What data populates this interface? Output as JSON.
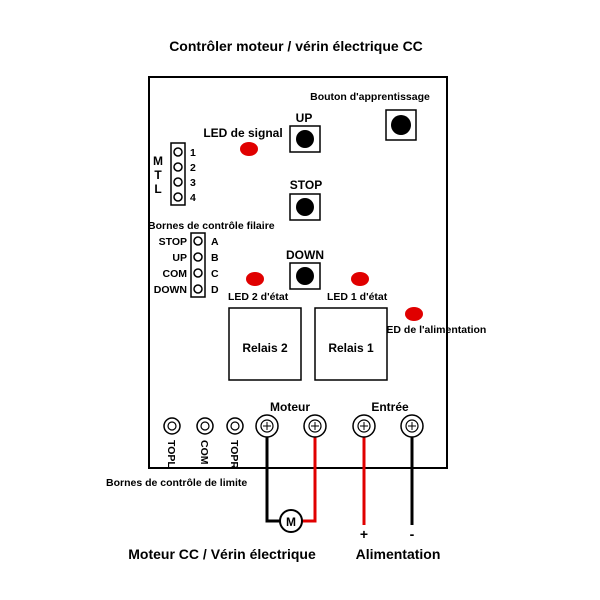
{
  "title": "Contrôler moteur / vérin électrique CC",
  "labels": {
    "learn_button": "Bouton d'apprentissage",
    "signal_led": "LED de signal",
    "up": "UP",
    "stop": "STOP",
    "down": "DOWN",
    "wired_terminals": "Bornes de contrôle filaire",
    "led2": "LED 2 d'état",
    "led1": "LED 1 d'état",
    "power_led": "LED de l'alimentation",
    "relay2": "Relais 2",
    "relay1": "Relais 1",
    "motor": "Moteur",
    "input": "Entrée",
    "limit_terminals": "Bornes de contrôle de limite",
    "motor_bottom": "Moteur CC / Vérin électrique",
    "power_bottom": "Alimentation",
    "plus": "+",
    "minus": "-",
    "motor_symbol": "M"
  },
  "mode_header": {
    "letters": [
      "M",
      "T",
      "L"
    ],
    "pins": [
      "1",
      "2",
      "3",
      "4"
    ]
  },
  "wired_header": {
    "names": [
      "STOP",
      "UP",
      "COM",
      "DOWN"
    ],
    "letters": [
      "A",
      "B",
      "C",
      "D"
    ]
  },
  "limit_terminals": [
    "TOPL",
    "COM",
    "TOPR"
  ],
  "colors": {
    "led": "#e00000",
    "wire_red": "#e00000",
    "wire_black": "#000000"
  }
}
